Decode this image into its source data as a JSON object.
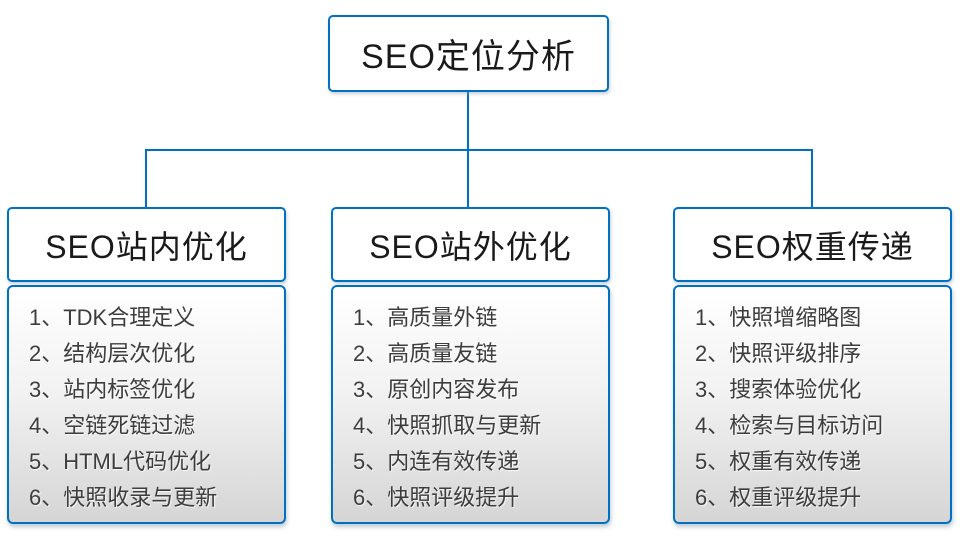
{
  "diagram": {
    "title": "SEO定位分析",
    "root": {
      "label": "SEO定位分析"
    },
    "columns": [
      {
        "title": "SEO站内优化",
        "items": [
          "1、TDK合理定义",
          "2、结构层次优化",
          "3、站内标签优化",
          "4、空链死链过滤",
          "5、HTML代码优化",
          "6、快照收录与更新"
        ]
      },
      {
        "title": "SEO站外优化",
        "items": [
          "1、高质量外链",
          "2、高质量友链",
          "3、原创内容发布",
          "4、快照抓取与更新",
          "5、内连有效传递",
          "6、快照评级提升"
        ]
      },
      {
        "title": "SEO权重传递",
        "items": [
          "1、快照增缩略图",
          "2、快照评级排序",
          "3、搜索体验优化",
          "4、检索与目标访问",
          "5、权重有效传递",
          "6、权重评级提升"
        ]
      }
    ],
    "colors": {
      "connector_line": "#0070C0",
      "box_border": "#0070C0",
      "box_background_top": "#ffffff",
      "box_background_bottom": "#d5d5d5",
      "heading_text": "#1a1a1a",
      "list_text": "#3d3d3d",
      "page_background": "#ffffff"
    }
  }
}
